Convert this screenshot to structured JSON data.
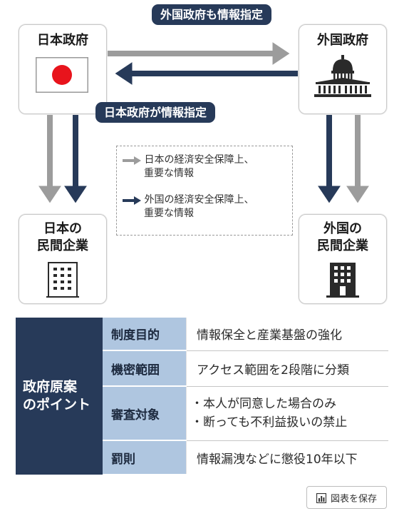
{
  "callouts": {
    "top": "外国政府も情報指定",
    "middle": "日本政府が情報指定"
  },
  "nodes": {
    "japan_government": "日本政府",
    "foreign_government": "外国政府",
    "japan_private_company": [
      "日本の",
      "民間企業"
    ],
    "foreign_private_company": [
      "外国の",
      "民間企業"
    ]
  },
  "legend": [
    {
      "color": "#9c9c9c",
      "lines": [
        "日本の経済安全保障上、",
        "重要な情報"
      ]
    },
    {
      "color": "#273a59",
      "lines": [
        "外国の経済安全保障上、",
        "重要な情報"
      ]
    }
  ],
  "points": {
    "header": [
      "政府原案",
      "のポイント"
    ],
    "rows": [
      {
        "category": "制度目的",
        "values": [
          "情報保全と産業基盤の強化"
        ]
      },
      {
        "category": "機密範囲",
        "values": [
          "アクセス範囲を2段階に分類"
        ]
      },
      {
        "category": "審査対象",
        "values": [
          "・本人が同意した場合のみ",
          "・断っても不利益扱いの禁止"
        ]
      },
      {
        "category": "罰則",
        "values": [
          "情報漏洩などに懲役10年以下"
        ]
      }
    ]
  },
  "save_button": {
    "label": "図表を保存",
    "icon": "bar-chart-icon"
  },
  "colors": {
    "navy": "#273a59",
    "gray": "#9c9c9c",
    "light_blue": "#afc6e0",
    "flag_red": "#e8141c"
  }
}
